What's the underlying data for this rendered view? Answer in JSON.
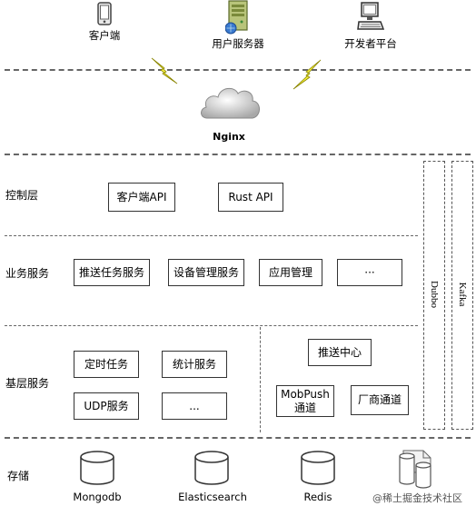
{
  "top": {
    "client": "客户端",
    "user_server": "用户服务器",
    "dev_platform": "开发者平台",
    "nginx": "Nginx"
  },
  "layers": {
    "control": "控制层",
    "business": "业务服务",
    "base": "基层服务",
    "storage": "存储"
  },
  "control_boxes": [
    "客户端API",
    "Rust API"
  ],
  "business_boxes": [
    "推送任务服务",
    "设备管理服务",
    "应用管理",
    "···"
  ],
  "base_left_boxes": [
    "定时任务",
    "统计服务",
    "UDP服务",
    "..."
  ],
  "base_right": {
    "push_center": "推送中心",
    "mobpush_line1": "MobPush",
    "mobpush_line2": "通道",
    "vendor_channel": "厂商通道"
  },
  "side_columns": [
    "Dubbo",
    "Kafka"
  ],
  "storage_items": [
    "Mongodb",
    "Elasticsearch",
    "Redis"
  ],
  "watermark": "@稀土掘金技术社区",
  "icons": {
    "client": "mobile-phone-icon",
    "user_server": "server-icon",
    "dev_platform": "desktop-computer-icon",
    "cloud": "cloud-icon",
    "lightning": "lightning-bolt-icon",
    "database": "database-cylinder-icon",
    "file_storage": "file-storage-icon"
  }
}
